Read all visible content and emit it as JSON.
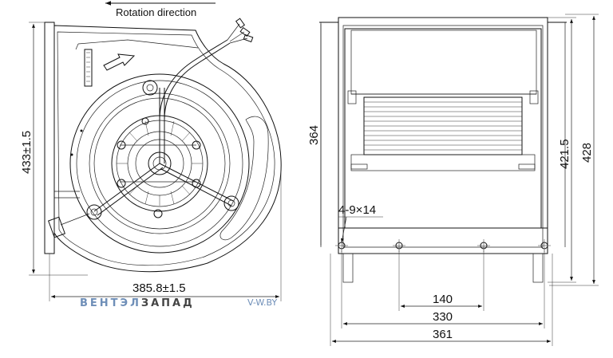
{
  "rotation_label": "Rotation direction",
  "dims": {
    "height_total": "433±1.5",
    "width_total": "385.8±1.5",
    "outlet_height": "364",
    "mount_height": "421.5",
    "overall_height": "428",
    "holes": "4-9×14",
    "hole_spacing_inner": "140",
    "hole_spacing_outer": "330",
    "overall_width": "361"
  },
  "watermark": {
    "brand_left": "ВЕНТЭЛ",
    "brand_right": "ЗАПАД",
    "site": "V-W.BY",
    "colors": {
      "left": "#6f8fb8",
      "right": "#444444"
    }
  }
}
